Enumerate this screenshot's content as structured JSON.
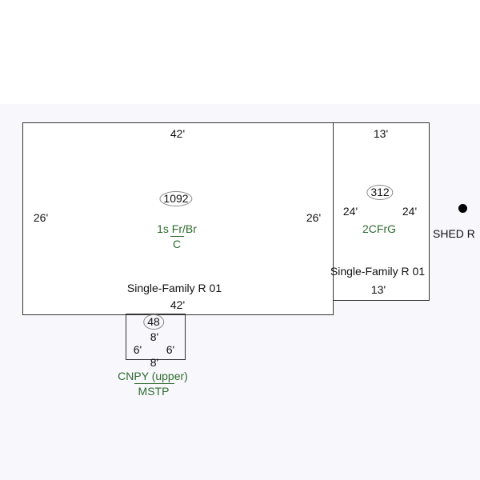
{
  "main": {
    "area": "1092",
    "dims": {
      "top": "42'",
      "bottom": "42'",
      "left": "26'",
      "right": "26'"
    },
    "code": "1s Fr/Br",
    "sub": "C",
    "label": "Single-Family R 01"
  },
  "garage": {
    "area": "312",
    "dims": {
      "top": "13'",
      "bottom": "13'",
      "left": "24'",
      "right": "24'"
    },
    "code": "2CFrG",
    "label": "Single-Family R 01"
  },
  "canopy": {
    "area": "48",
    "dims": {
      "top": "8'",
      "bottom": "8'",
      "left": "6'",
      "right": "6'"
    },
    "code": "CNPY (upper)",
    "sub": "MSTP"
  },
  "shed": {
    "label": "SHED R"
  }
}
